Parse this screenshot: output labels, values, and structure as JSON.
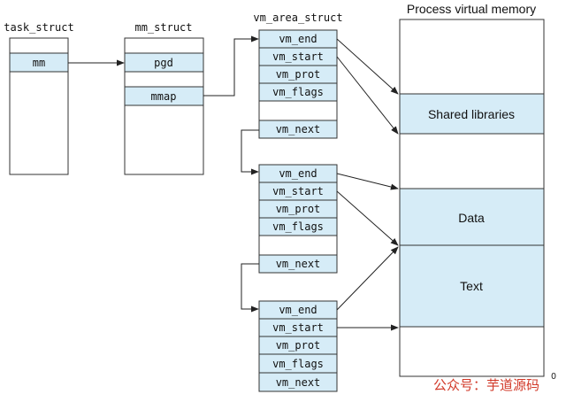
{
  "task_struct": {
    "title": "task_struct",
    "mm_label": "mm"
  },
  "mm_struct": {
    "title": "mm_struct",
    "pgd_label": "pgd",
    "mmap_label": "mmap"
  },
  "vm_area_struct": {
    "title": "vm_area_struct",
    "areas": [
      {
        "fields": [
          "vm_end",
          "vm_start",
          "vm_prot",
          "vm_flags",
          "",
          "vm_next"
        ]
      },
      {
        "fields": [
          "vm_end",
          "vm_start",
          "vm_prot",
          "vm_flags",
          "",
          "vm_next"
        ]
      },
      {
        "fields": [
          "vm_end",
          "vm_start",
          "vm_prot",
          "vm_flags",
          "vm_next"
        ]
      }
    ]
  },
  "process_memory": {
    "title": "Process virtual memory",
    "regions": [
      "Shared libraries",
      "Data",
      "Text"
    ],
    "zero_label": "0"
  },
  "watermark": "公众号：芋道源码",
  "colors": {
    "highlight": "#d6ecf7",
    "outline": "#333333",
    "watermark": "#d23a2a"
  }
}
